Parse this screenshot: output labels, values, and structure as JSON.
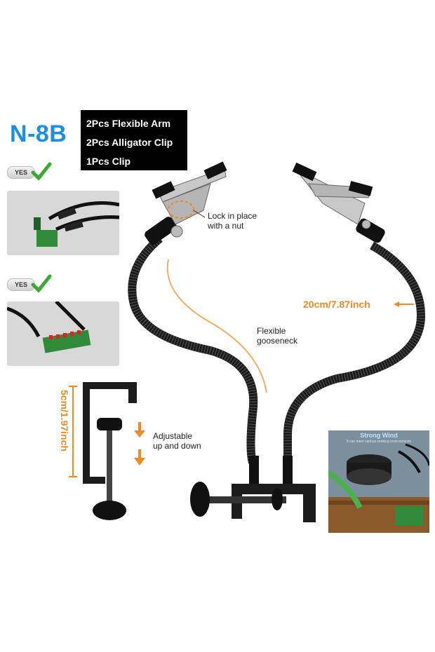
{
  "product": {
    "model": "N-8B",
    "specs": [
      "2Pcs Flexible Arm",
      "2Pcs Alligator Clip",
      "1Pcs Clip"
    ]
  },
  "badges": [
    {
      "label": "YES",
      "icon": "check-icon"
    },
    {
      "label": "YES",
      "icon": "check-icon"
    }
  ],
  "callouts": {
    "lock_nut": [
      "Lock in place",
      "with a nut"
    ],
    "gooseneck": [
      "Flexible",
      "gooseneck"
    ],
    "adjustable": [
      "Adjustable",
      "up and down"
    ],
    "arm_length": "20cm/7.87inch",
    "clamp_height": "5cm/1.97inch"
  },
  "scene": {
    "title": "Strong Wind",
    "subtitle": "It can meet various working environments"
  },
  "colors": {
    "model": "#1d8fe0",
    "accent": "#f08a24",
    "spec_box": "#000000",
    "check": "#3aa832"
  }
}
